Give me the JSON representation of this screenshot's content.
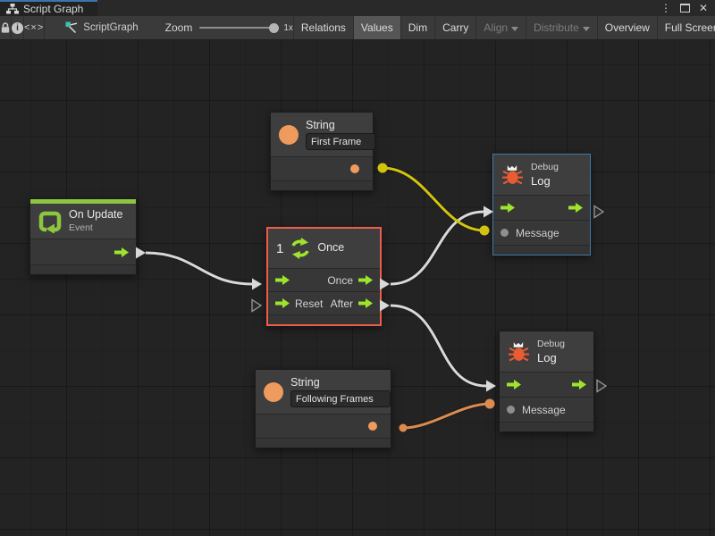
{
  "window": {
    "tab_title": "Script Graph",
    "controls": {
      "menu_icon": "⋮",
      "close_icon": "✕"
    }
  },
  "toolbar": {
    "code_toggle": "<×>",
    "graph_name": "ScriptGraph",
    "zoom_label": "Zoom",
    "zoom_value": "1x",
    "buttons": [
      {
        "label": "Relations",
        "state": "normal"
      },
      {
        "label": "Values",
        "state": "active"
      },
      {
        "label": "Dim",
        "state": "normal"
      },
      {
        "label": "Carry",
        "state": "normal"
      },
      {
        "label": "Align",
        "state": "disabled",
        "dropdown": true
      },
      {
        "label": "Distribute",
        "state": "disabled",
        "dropdown": true
      },
      {
        "label": "Overview",
        "state": "normal"
      },
      {
        "label": "Full Screen",
        "state": "normal"
      }
    ]
  },
  "nodes": {
    "string_first": {
      "title": "String",
      "value": "First Frame"
    },
    "on_update": {
      "title": "On Update",
      "subtitle": "Event"
    },
    "once": {
      "count": "1",
      "title": "Once",
      "port_once": "Once",
      "port_reset": "Reset",
      "port_after": "After"
    },
    "debug_log_top": {
      "category": "Debug",
      "title": "Log",
      "port_message": "Message"
    },
    "debug_log_bottom": {
      "category": "Debug",
      "title": "Log",
      "port_message": "Message"
    },
    "string_following": {
      "title": "String",
      "value": "Following Frames"
    }
  },
  "colors": {
    "flow_green": "#9ee42d",
    "value_orange": "#ef9b5d",
    "wire_white": "#d9d9d9",
    "wire_yellow": "#d2c40e",
    "wire_orange": "#dd8c50",
    "selection_red": "#ed5c4d",
    "highlight_blue": "#3e7aa8",
    "event_green": "#8dc63f",
    "bug_red": "#eb5b33",
    "neutral_port": "#8f8f8f"
  }
}
